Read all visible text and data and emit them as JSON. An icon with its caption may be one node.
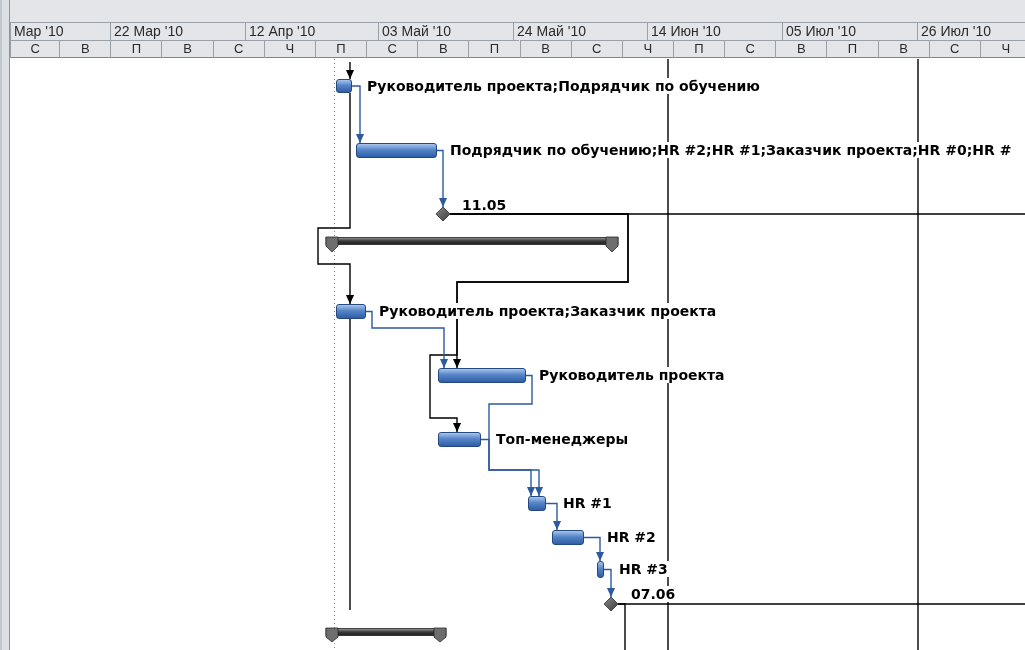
{
  "diagram": {
    "nodes": [
      {
        "text": [],
        "shape": "bar",
        "beside": [
          "Руководитель проекта;Подрядчик по обучению"
        ]
      },
      {
        "text": [],
        "shape": "bar",
        "beside": [
          "Подрядчик по обучению;HR #2;HR #1;Заказчик проекта;HR #0;HR #"
        ]
      },
      {
        "text": [],
        "shape": "diamond",
        "beside": [
          "11.05"
        ]
      },
      {
        "text": [],
        "shape": "bar"
      },
      {
        "text": [],
        "shape": "bar",
        "beside": [
          "Руководитель проекта;Заказчик проекта"
        ]
      },
      {
        "text": [],
        "shape": "bar",
        "beside": [
          "Руководитель проекта"
        ]
      },
      {
        "text": [],
        "shape": "bar",
        "beside": [
          "Топ-менеджеры"
        ]
      },
      {
        "text": [],
        "shape": "bar",
        "beside": [
          "HR #1"
        ]
      },
      {
        "text": [],
        "shape": "bar",
        "beside": [
          "HR #2"
        ]
      },
      {
        "text": [],
        "shape": "bar",
        "beside": [
          "HR #3"
        ]
      },
      {
        "text": [],
        "shape": "diamond",
        "beside": [
          "07.06"
        ]
      },
      {
        "text": [],
        "shape": "bar"
      }
    ],
    "edges": [
      {
        "from": null,
        "to": 0,
        "arrow": "to",
        "color": "#000000"
      },
      {
        "from": 0,
        "to": 1,
        "arrow": "to",
        "color": "#2c5aa0"
      },
      {
        "from": 1,
        "to": 2,
        "arrow": "to",
        "color": "#2c5aa0"
      },
      {
        "from": 0,
        "to": 4,
        "arrow": "to",
        "color": "#000000"
      },
      {
        "from": 2,
        "to": null,
        "arrow": "none",
        "color": "#000000"
      },
      {
        "from": 2,
        "to": 5,
        "arrow": "to",
        "color": "#000000"
      },
      {
        "from": 2,
        "to": 6,
        "arrow": "to",
        "color": "#000000"
      },
      {
        "from": 4,
        "to": 5,
        "arrow": "to",
        "color": "#2c5aa0"
      },
      {
        "from": 5,
        "to": 7,
        "arrow": "to",
        "color": "#2c5aa0"
      },
      {
        "from": 6,
        "to": 7,
        "arrow": "to",
        "color": "#2c5aa0"
      },
      {
        "from": 7,
        "to": 8,
        "arrow": "to",
        "color": "#2c5aa0"
      },
      {
        "from": 8,
        "to": 9,
        "arrow": "to",
        "color": "#2c5aa0"
      },
      {
        "from": 9,
        "to": 10,
        "arrow": "to",
        "color": "#2c5aa0"
      },
      {
        "from": 10,
        "to": null,
        "arrow": "none",
        "color": "#000000"
      },
      {
        "from": 10,
        "to": null,
        "arrow": "none",
        "color": "#000000"
      },
      {
        "from": 4,
        "to": null,
        "arrow": "none",
        "color": "#000000"
      }
    ],
    "labels": [
      "Мар '10",
      "22 Мар '10",
      "12 Апр '10",
      "03 Май '10",
      "24 Май '10",
      "14 Июн '10",
      "05 Июл '10",
      "26 Июл '10",
      "С",
      "В",
      "П",
      "В",
      "С",
      "Ч",
      "П",
      "С",
      "В",
      "П",
      "В",
      "С",
      "Ч",
      "П",
      "С",
      "В",
      "П",
      "В",
      "С",
      "Ч"
    ]
  }
}
